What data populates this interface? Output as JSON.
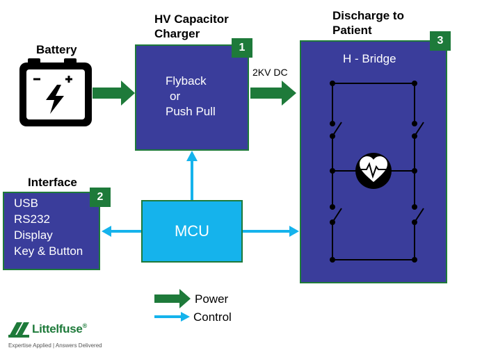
{
  "battery": {
    "title": "Battery"
  },
  "charger": {
    "title": "HV Capacitor Charger",
    "badge": "1",
    "lines": [
      "Flyback",
      "or",
      "Push Pull"
    ]
  },
  "discharge": {
    "title": "Discharge to Patient",
    "badge": "3",
    "bridge_label": "H - Bridge"
  },
  "interface": {
    "title": "Interface",
    "badge": "2",
    "items": [
      "USB",
      "RS232",
      "Display",
      "Key & Button"
    ]
  },
  "mcu": {
    "label": "MCU"
  },
  "link_label": "2KV DC",
  "legend": {
    "power": "Power",
    "control": "Control"
  },
  "logo": {
    "name": "Littelfuse",
    "trademark": "®",
    "tagline": "Expertise Applied | Answers Delivered"
  },
  "colors": {
    "block_fill": "#3a3d9b",
    "border_green": "#1e7a3a",
    "power_arrow": "#1e7a3a",
    "control_arrow": "#15b3ec",
    "mcu_fill": "#15b3ec"
  }
}
